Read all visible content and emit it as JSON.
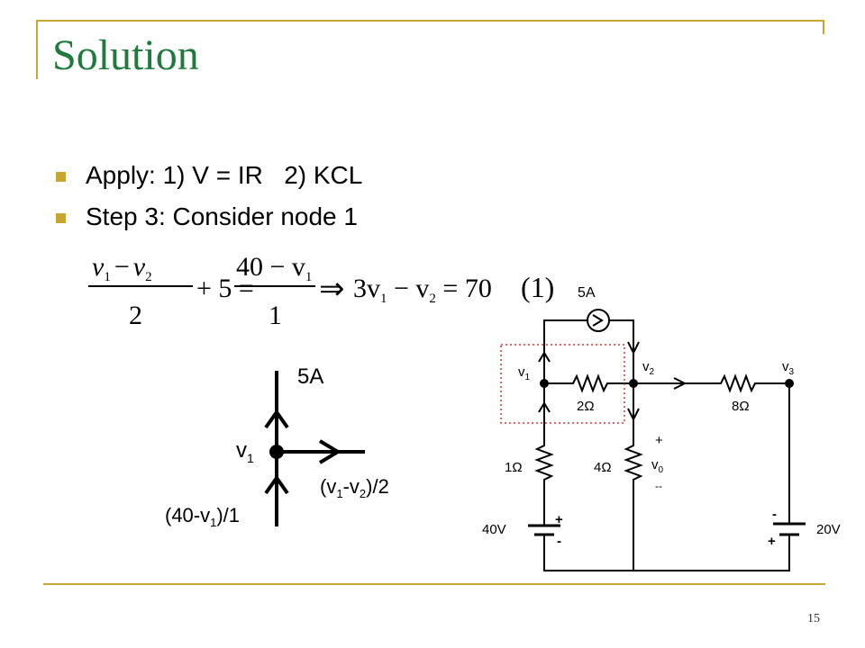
{
  "slide": {
    "title": "Solution",
    "bullets": [
      "Apply: 1) V = IR   2) KCL",
      "Step 3: Consider node 1"
    ],
    "page_number": "15"
  },
  "equation": {
    "lhs_num_a": "v",
    "lhs_sub_a": "1",
    "lhs_minus": "−",
    "lhs_num_b": "v",
    "lhs_sub_b": "2",
    "lhs_den": "2",
    "plus_five": "+ 5 =",
    "rhs_num": "40 − v",
    "rhs_sub": "1",
    "rhs_den": "1",
    "implies": "⇒",
    "result_a": "3v",
    "result_sub_a": "1",
    "result_mid": " − v",
    "result_sub_b": "2",
    "result_end": " = 70",
    "tag": "(1)"
  },
  "node_diagram": {
    "current_top": "5A",
    "node": "v",
    "node_sub": "1",
    "current_right_a": "(v",
    "current_right_sub_a": "1",
    "current_right_mid": "-v",
    "current_right_sub_b": "2",
    "current_right_end": ")/2",
    "current_bottom_a": "(40-v",
    "current_bottom_sub": "1",
    "current_bottom_end": ")/1"
  },
  "circuit": {
    "source_current": "5A",
    "v1": "v",
    "v1_sub": "1",
    "v2": "v",
    "v2_sub": "2",
    "v3": "v",
    "v3_sub": "3",
    "r2": "2Ω",
    "r8": "8Ω",
    "r1": "1Ω",
    "r4": "4Ω",
    "vo": "v",
    "vo_sub": "0",
    "plus": "+",
    "minus": "--",
    "batt_left": "40V",
    "batt_right": "20V",
    "batt_plus": "+",
    "batt_minus": "-"
  }
}
